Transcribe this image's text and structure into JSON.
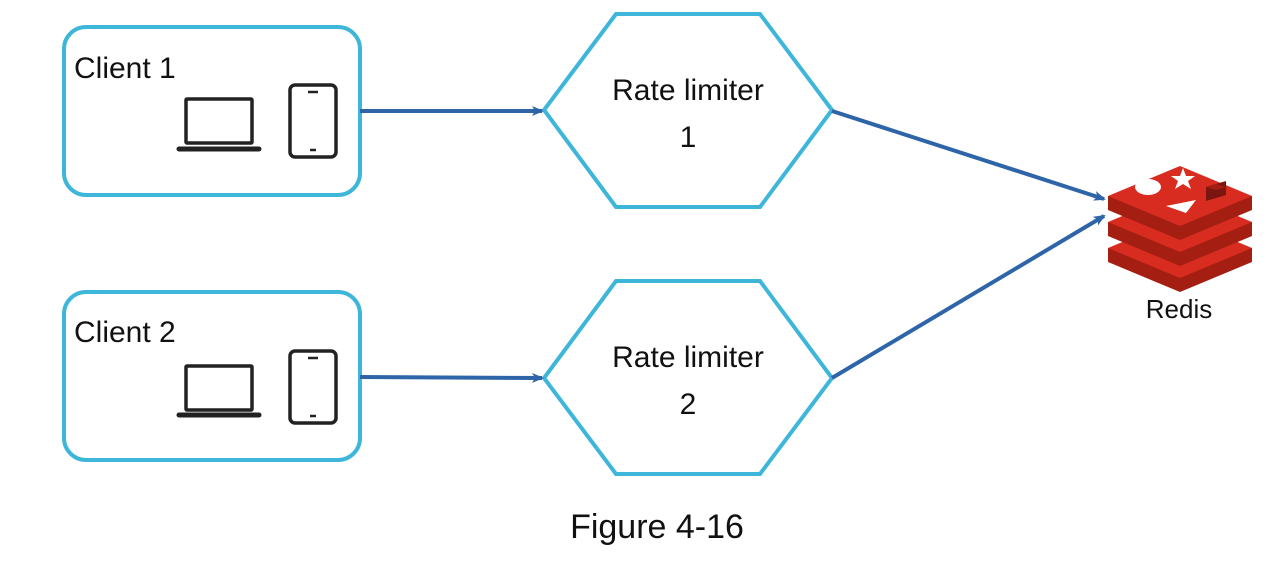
{
  "clients": [
    {
      "label": "Client 1"
    },
    {
      "label": "Client 2"
    }
  ],
  "rate_limiters": [
    {
      "line1": "Rate limiter",
      "line2": "1"
    },
    {
      "line1": "Rate limiter",
      "line2": "2"
    }
  ],
  "store": {
    "label": "Redis",
    "icon": "redis-logo-icon"
  },
  "caption": "Figure 4-16",
  "colors": {
    "node_border": "#3eb6d9",
    "arrow": "#2e64a8",
    "redis_red": "#d82c20",
    "redis_dark": "#a41e11"
  }
}
